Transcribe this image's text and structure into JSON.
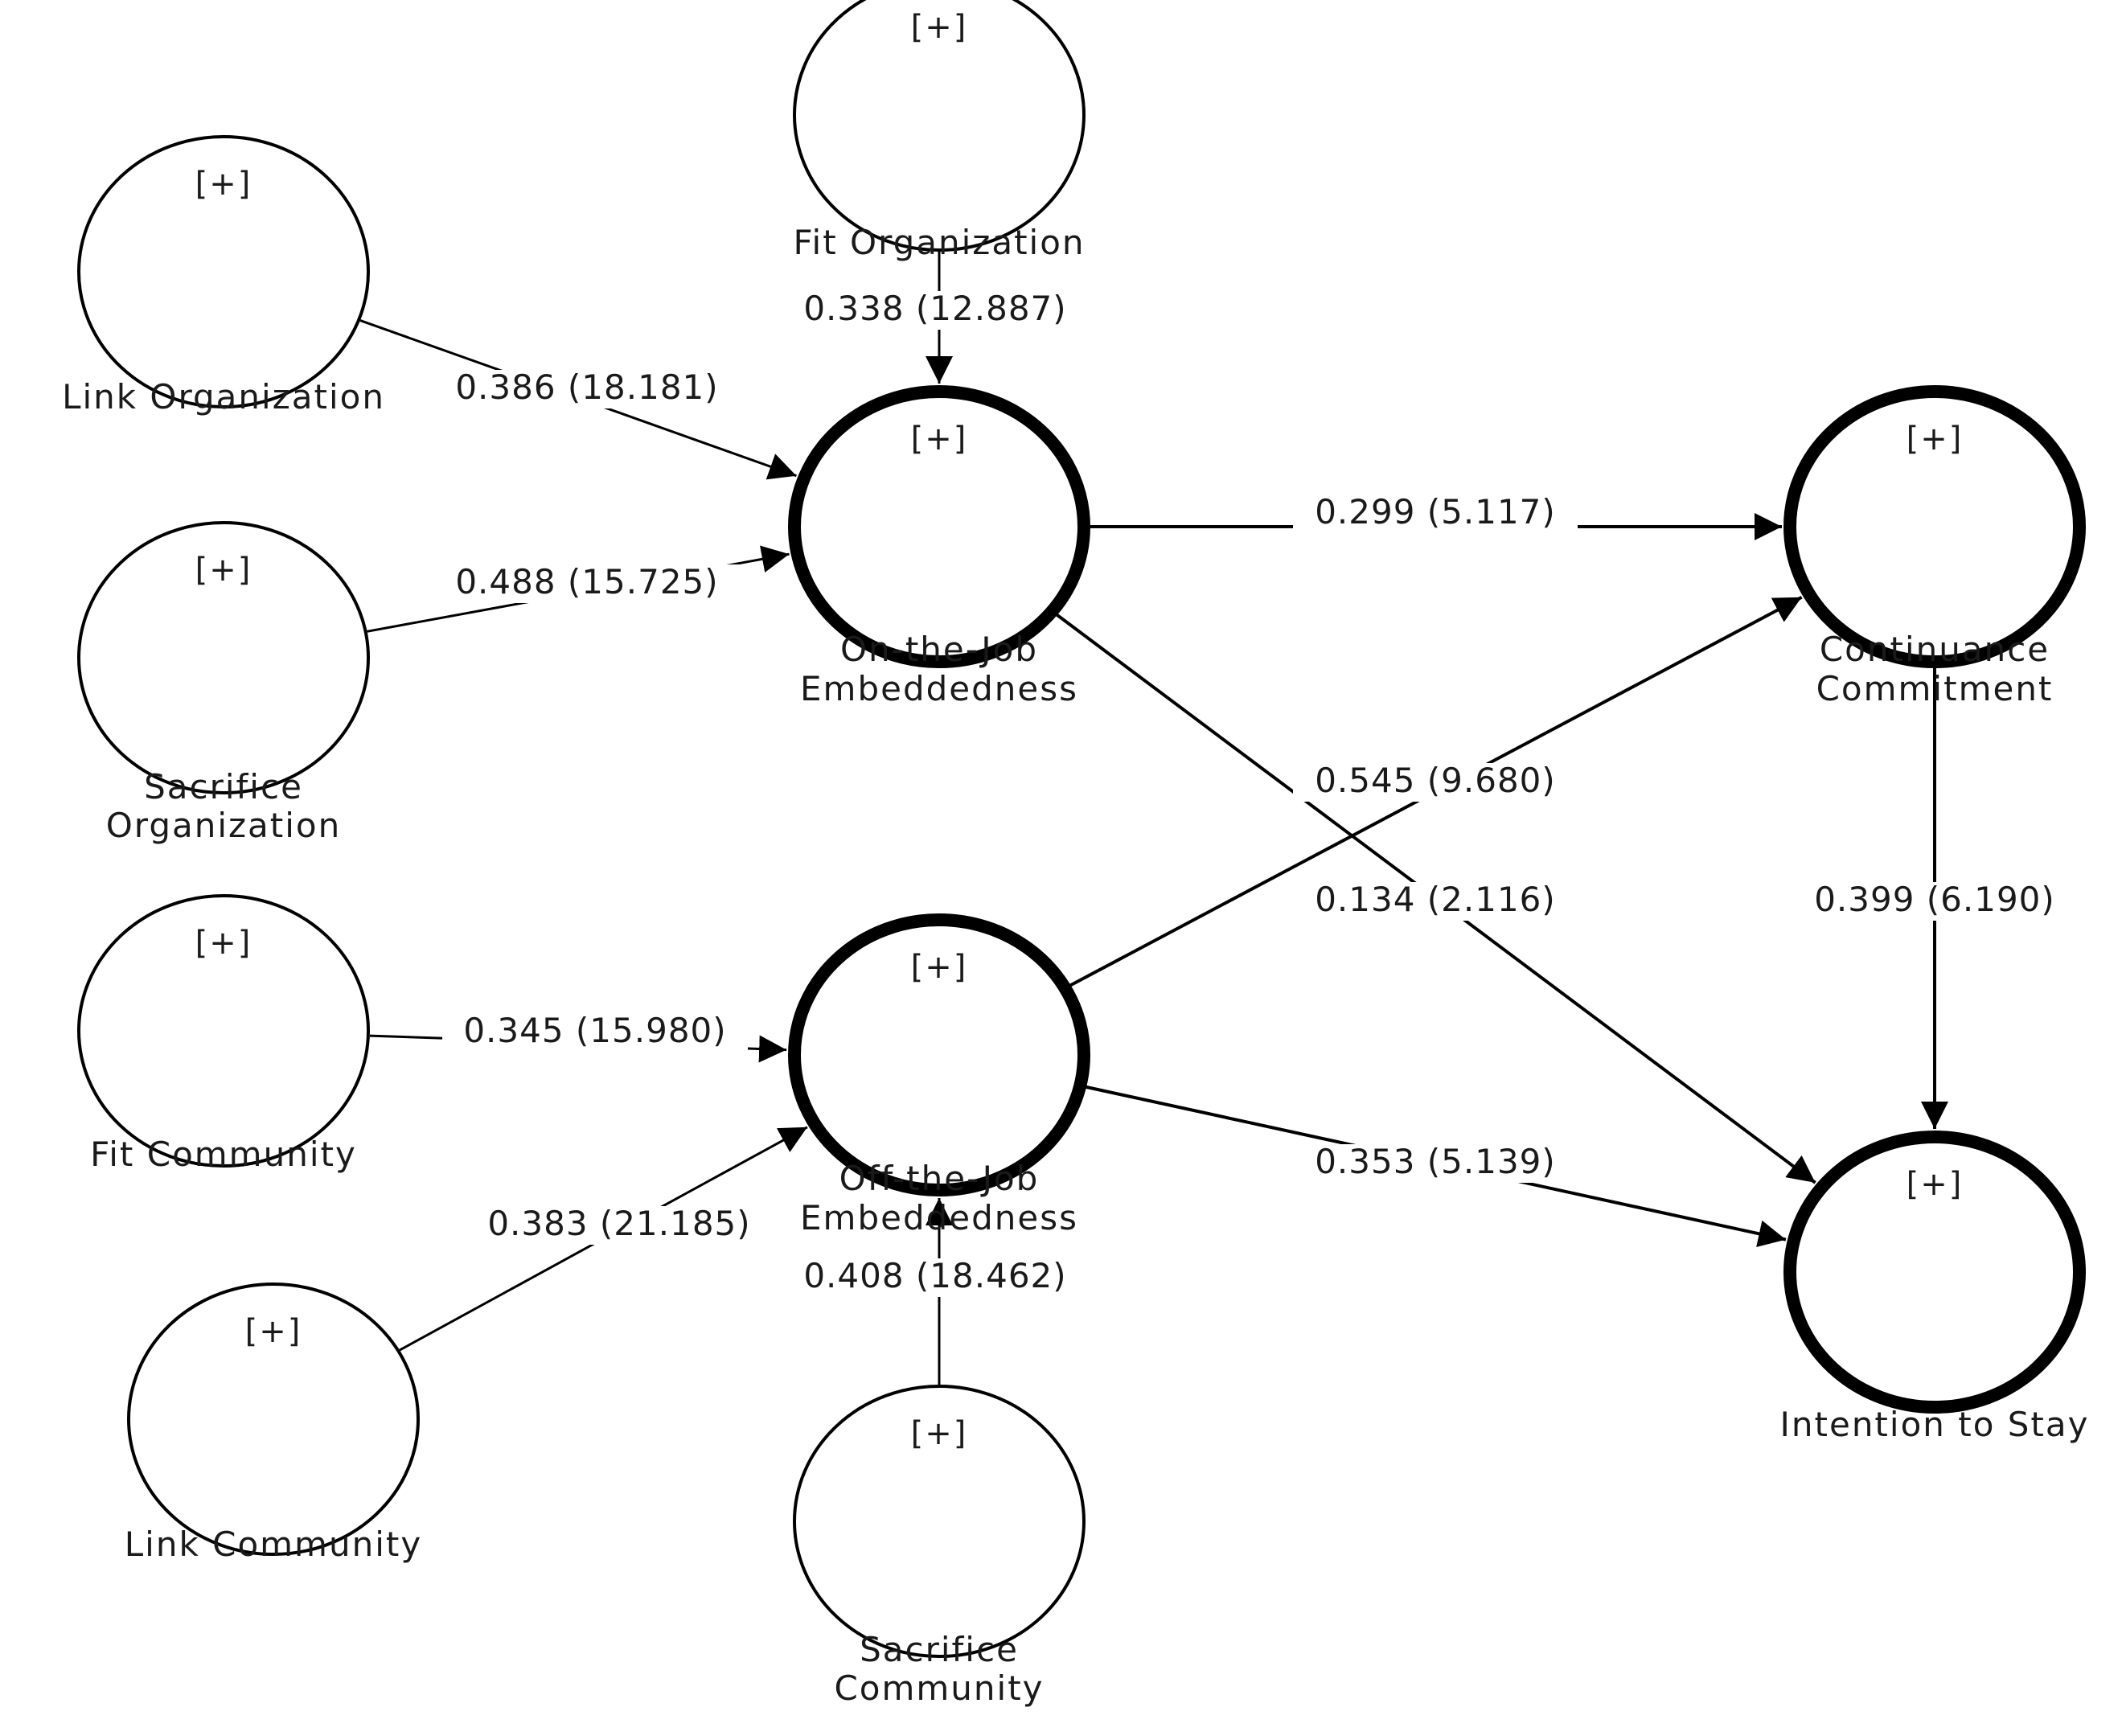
{
  "colors": {
    "stroke": "#000000",
    "text": "#1a1a1a",
    "background": "#ffffff"
  },
  "expand_marker": "[+]",
  "nodes": {
    "fit_organization": {
      "lines": [
        "Fit Organization"
      ],
      "kind": "indicator"
    },
    "link_organization": {
      "lines": [
        "Link Organization"
      ],
      "kind": "indicator"
    },
    "sacrifice_organization": {
      "lines": [
        "Sacrifice",
        "Organization"
      ],
      "kind": "indicator"
    },
    "fit_community": {
      "lines": [
        "Fit Community"
      ],
      "kind": "indicator"
    },
    "link_community": {
      "lines": [
        "Link Community"
      ],
      "kind": "indicator"
    },
    "sacrifice_community": {
      "lines": [
        "Sacrifice",
        "Community"
      ],
      "kind": "indicator"
    },
    "on_the_job": {
      "lines": [
        "On-the-Job",
        "Embeddedness"
      ],
      "kind": "construct"
    },
    "off_the_job": {
      "lines": [
        "Off-the-Job",
        "Embeddedness"
      ],
      "kind": "construct"
    },
    "continuance_commitment": {
      "lines": [
        "Continuance",
        "Commitment"
      ],
      "kind": "construct"
    },
    "intention_to_stay": {
      "lines": [
        "Intention to Stay"
      ],
      "kind": "construct"
    }
  },
  "paths": [
    {
      "from": "fit_organization",
      "to": "on_the_job",
      "label": "0.338 (12.887)"
    },
    {
      "from": "link_organization",
      "to": "on_the_job",
      "label": "0.386 (18.181)"
    },
    {
      "from": "sacrifice_organization",
      "to": "on_the_job",
      "label": "0.488 (15.725)"
    },
    {
      "from": "fit_community",
      "to": "off_the_job",
      "label": "0.345 (15.980)"
    },
    {
      "from": "link_community",
      "to": "off_the_job",
      "label": "0.383 (21.185)"
    },
    {
      "from": "sacrifice_community",
      "to": "off_the_job",
      "label": "0.408 (18.462)"
    },
    {
      "from": "on_the_job",
      "to": "continuance_commitment",
      "label": "0.299 (5.117)"
    },
    {
      "from": "off_the_job",
      "to": "continuance_commitment",
      "label": "0.545 (9.680)"
    },
    {
      "from": "on_the_job",
      "to": "intention_to_stay",
      "label": "0.134 (2.116)"
    },
    {
      "from": "off_the_job",
      "to": "intention_to_stay",
      "label": "0.353 (5.139)"
    },
    {
      "from": "continuance_commitment",
      "to": "intention_to_stay",
      "label": "0.399 (6.190)"
    }
  ]
}
